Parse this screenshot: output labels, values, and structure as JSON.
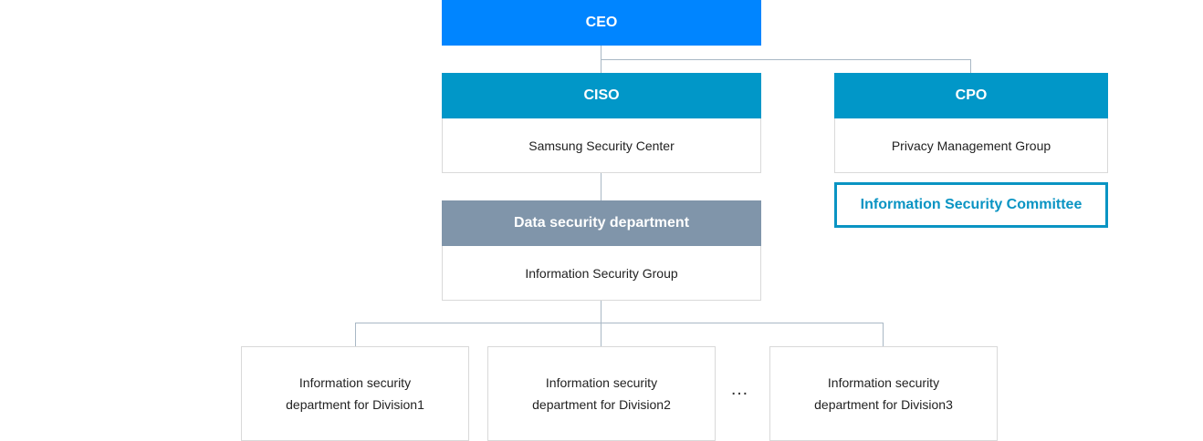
{
  "colors": {
    "ceo": "#0085ff",
    "ciso": "#0197c8",
    "cpo": "#0197c8",
    "dept": "#8095aa",
    "committee": "#0a94c3",
    "connector": "#a9b8c5"
  },
  "ceo": {
    "title": "CEO"
  },
  "ciso": {
    "title": "CISO",
    "unit": "Samsung Security Center"
  },
  "cpo": {
    "title": "CPO",
    "unit": "Privacy Management Group"
  },
  "committee": {
    "label": "Information Security Committee"
  },
  "data_security": {
    "title": "Data security department",
    "unit": "Information Security Group"
  },
  "divisions": [
    {
      "line1": "Information security",
      "line2": "department for Division1"
    },
    {
      "line1": "Information security",
      "line2": "department for Division2"
    },
    {
      "line1": "Information security",
      "line2": "department for Division3"
    }
  ],
  "ellipsis": "…"
}
